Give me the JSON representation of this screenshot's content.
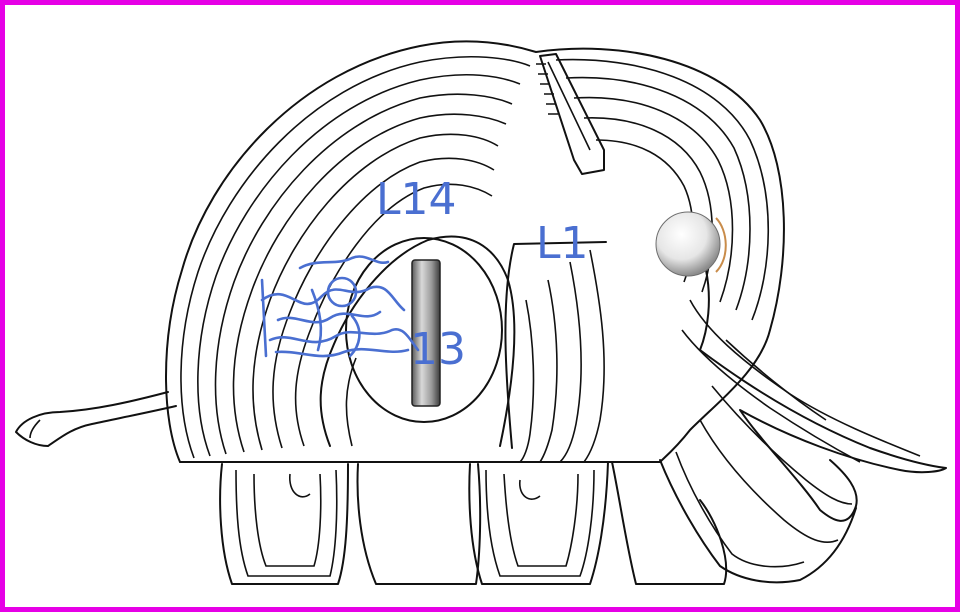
{
  "canvas": {
    "border_color": "#e600e6",
    "background": "#ffffff"
  },
  "drawing": {
    "subject": "elephant-coin-bank-contour-sketch",
    "line_color": "#111111",
    "scribble_color": "#4a6fd1"
  },
  "annotations": {
    "label_top": "L14",
    "label_right": "L1",
    "label_center": "13"
  },
  "icons": {
    "eye": "eye-sphere-icon",
    "slot": "coin-slot-icon"
  }
}
